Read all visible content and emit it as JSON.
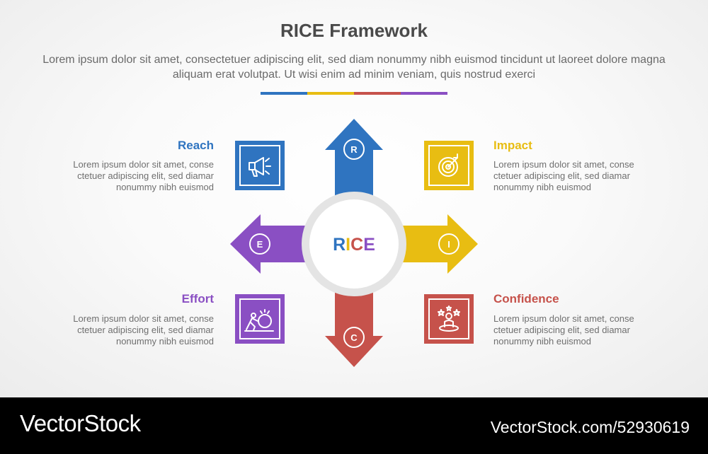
{
  "header": {
    "title": "RICE Framework",
    "subtitle": "Lorem ipsum dolor sit amet, consectetuer adipiscing elit, sed diam nonummy nibh euismod tincidunt ut laoreet dolore magna aliquam erat volutpat. Ut wisi enim ad minim veniam, quis nostrud exerci"
  },
  "colors": {
    "reach": "#2f74c0",
    "impact": "#e8bd12",
    "confidence": "#c6524b",
    "effort": "#8a4fc3"
  },
  "center": {
    "letters": [
      "R",
      "I",
      "C",
      "E"
    ]
  },
  "items": {
    "reach": {
      "label": "Reach",
      "letter": "R",
      "icon": "megaphone-icon",
      "desc_lines": [
        "Lorem ipsum dolor sit amet, conse",
        "ctetuer adipiscing elit, sed diamar",
        "nonummy nibh euismod"
      ]
    },
    "impact": {
      "label": "Impact",
      "letter": "I",
      "icon": "target-icon",
      "desc_lines": [
        "Lorem ipsum dolor sit amet, conse",
        "ctetuer adipiscing elit, sed diamar",
        "nonummy nibh euismod"
      ]
    },
    "effort": {
      "label": "Effort",
      "letter": "E",
      "icon": "pushing-boulder-icon",
      "desc_lines": [
        "Lorem ipsum dolor sit amet, conse",
        "ctetuer adipiscing elit, sed diamar",
        "nonummy nibh euismod"
      ]
    },
    "confidence": {
      "label": "Confidence",
      "letter": "C",
      "icon": "person-stars-icon",
      "desc_lines": [
        "Lorem ipsum dolor sit amet, conse",
        "ctetuer adipiscing elit, sed diamar",
        "nonummy nibh euismod"
      ]
    }
  },
  "footer": {
    "brand": "VectorStock",
    "image_id": "VectorStock.com/52930619"
  }
}
